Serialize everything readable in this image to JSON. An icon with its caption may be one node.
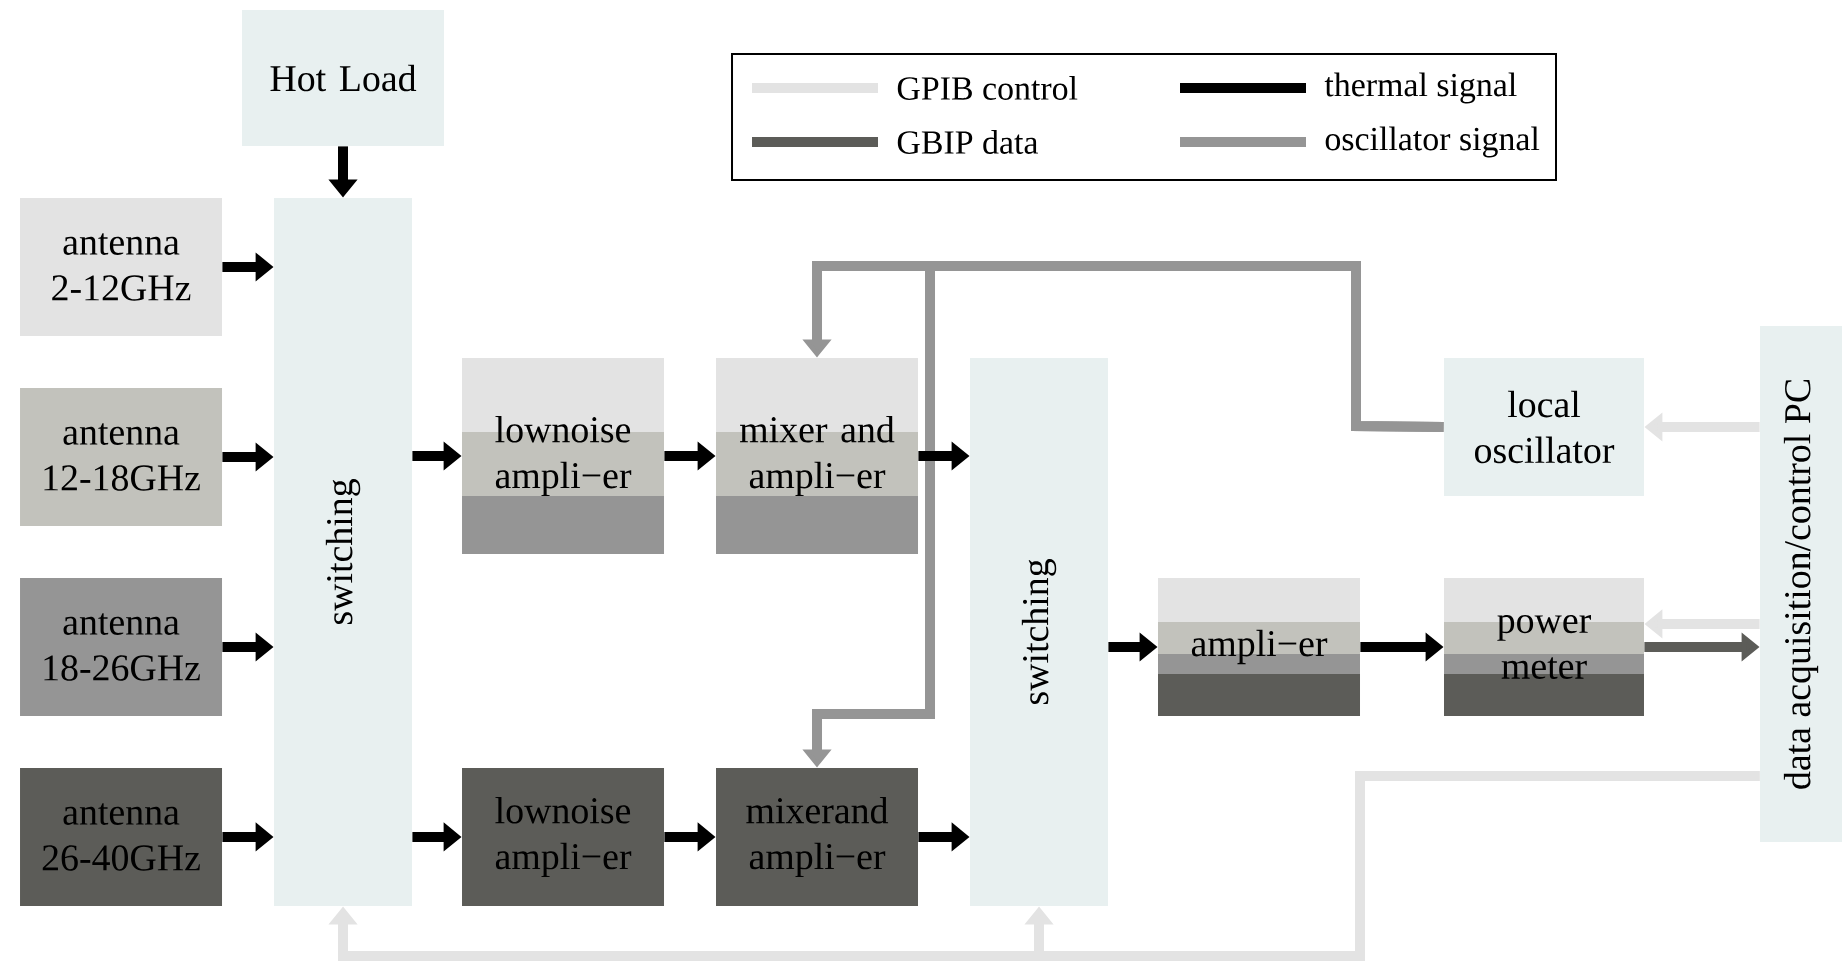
{
  "diagram": {
    "nodes": [
      {
        "text": [
          "Hot Load"
        ]
      },
      {
        "text": [
          "antenna 2-12GHz"
        ]
      },
      {
        "text": [
          "antenna 12-18GHz"
        ]
      },
      {
        "text": [
          "antenna 18-26GHz"
        ]
      },
      {
        "text": [
          "antenna 26-40GHz"
        ]
      },
      {
        "text": [
          "switching"
        ]
      },
      {
        "text": [
          "lownoise ampli−er"
        ]
      },
      {
        "text": [
          "mixer and ampli−er"
        ]
      },
      {
        "text": [
          "lownoise ampli−er"
        ]
      },
      {
        "text": [
          "mixerand ampli−er"
        ]
      },
      {
        "text": [
          "switching"
        ]
      },
      {
        "text": [
          "local oscillator"
        ]
      },
      {
        "text": [
          "ampli−er"
        ]
      },
      {
        "text": [
          "power meter"
        ]
      },
      {
        "text": [
          "data acquisition/control PC"
        ]
      }
    ],
    "edges": [
      {
        "from": 0,
        "to": 5,
        "arrow": "to"
      },
      {
        "from": 1,
        "to": 5,
        "arrow": "to"
      },
      {
        "from": 2,
        "to": 5,
        "arrow": "to"
      },
      {
        "from": 3,
        "to": 5,
        "arrow": "to"
      },
      {
        "from": 4,
        "to": 5,
        "arrow": "to"
      },
      {
        "from": 5,
        "to": 6,
        "arrow": "to"
      },
      {
        "from": 5,
        "to": 8,
        "arrow": "to"
      },
      {
        "from": 6,
        "to": 7,
        "arrow": "to"
      },
      {
        "from": 8,
        "to": 9,
        "arrow": "to"
      },
      {
        "from": 7,
        "to": 10,
        "arrow": "to"
      },
      {
        "from": 9,
        "to": 10,
        "arrow": "to"
      },
      {
        "from": 10,
        "to": 12,
        "arrow": "to"
      },
      {
        "from": 12,
        "to": 13,
        "arrow": "to"
      },
      {
        "from": 11,
        "to": 7,
        "arrow": "to",
        "color": "#959595"
      },
      {
        "from": 11,
        "to": 9,
        "arrow": "to",
        "color": "#959595"
      },
      {
        "from": 14,
        "to": 11,
        "arrow": "to",
        "color": "#e3e3e3"
      },
      {
        "from": 14,
        "to": 13,
        "arrow": "to",
        "color": "#e3e3e3"
      },
      {
        "from": 13,
        "to": 14,
        "arrow": "to",
        "color": "#5c5c58"
      },
      {
        "from": 14,
        "to": 5,
        "arrow": "to",
        "color": "#e3e3e3"
      },
      {
        "from": 14,
        "to": 10,
        "arrow": "to",
        "color": "#e3e3e3"
      }
    ],
    "legend": [
      {
        "text": "GPIB control",
        "color": "#e3e3e3"
      },
      {
        "text": "GBIP data",
        "color": "#5c5c58"
      },
      {
        "text": "thermal signal",
        "color": "#000000"
      },
      {
        "text": "oscillator signal",
        "color": "#959595"
      }
    ]
  }
}
